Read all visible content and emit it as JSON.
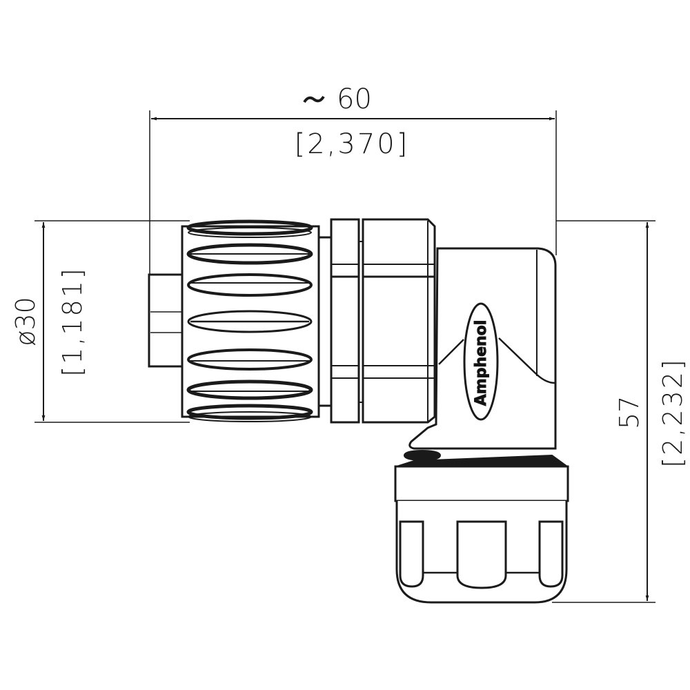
{
  "drawing": {
    "type": "technical-dimension-drawing",
    "subject": "right-angle circular connector",
    "brand_label": "Amphenol",
    "line_color": "#1a1a1a",
    "background": "#ffffff"
  },
  "dimensions": {
    "width": {
      "symbol": "~",
      "value_mm": "60",
      "value_inch": "[2,370]"
    },
    "diameter": {
      "symbol": "ø",
      "value_mm": "ø30",
      "value_inch": "[1,181]"
    },
    "height": {
      "value_mm": "57",
      "value_inch": "[2,232]"
    }
  }
}
